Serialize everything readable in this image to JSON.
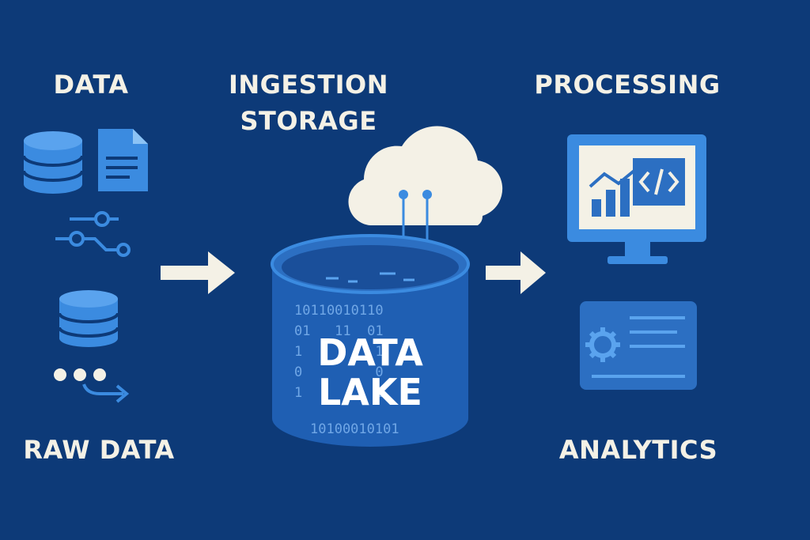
{
  "labels": {
    "data": "DATA",
    "ingestion_line1": "INGESTION",
    "ingestion_line2": "STORAGE",
    "processing": "PROCESSING",
    "raw_data": "RAW DATA",
    "analytics": "ANALYTICS"
  },
  "lake": {
    "line1": "DATA",
    "line2": "LAKE",
    "binary_rows": [
      "10110010110",
      "01   11  01",
      "1         1",
      "0         0",
      "1         1",
      "10100010101"
    ]
  },
  "colors": {
    "background": "#0d3a78",
    "accent": "#3b8be0",
    "light": "#f4f1e6"
  },
  "icons": [
    "database-icon",
    "document-icon",
    "pipeline-icon",
    "database-icon",
    "stream-icon",
    "arrow-icon",
    "cloud-icon",
    "monitor-icon",
    "code-icon",
    "settings-panel-icon"
  ]
}
